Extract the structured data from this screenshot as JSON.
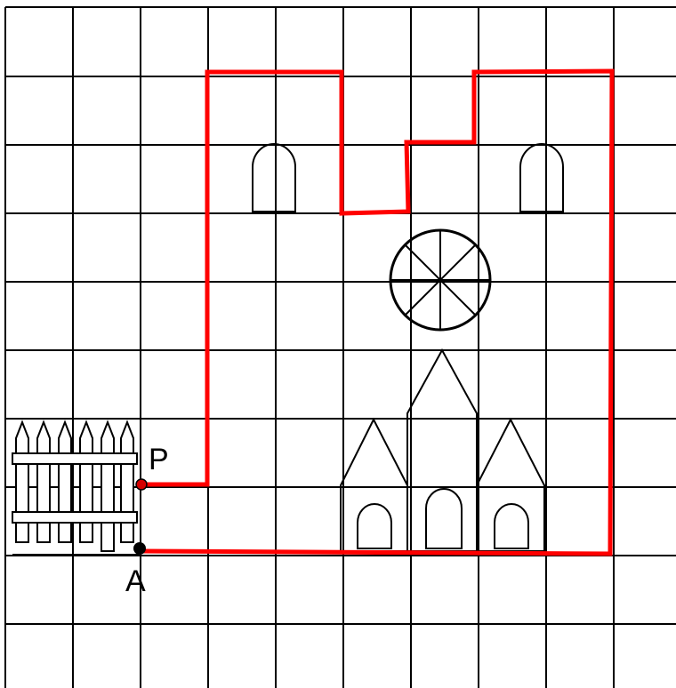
{
  "grid": {
    "columns": 10,
    "rows": 10
  },
  "labels": {
    "p": "P",
    "a": "A"
  },
  "colors": {
    "path": "#ff0000",
    "grid": "#000000",
    "point": "#000000"
  },
  "icons": [
    "fence-icon",
    "window-icon",
    "rose-window-icon",
    "church-facade-icon"
  ]
}
